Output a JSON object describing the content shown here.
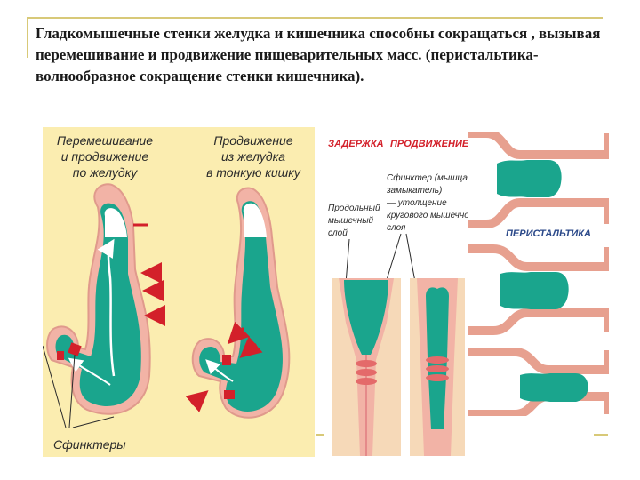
{
  "heading": "Гладкомышечные стенки желудка и кишечника способны сокращаться , вызывая перемешивание и продвижение пищеварительных масс. (перистальтика- волнообразное сокращение стенки кишечника).",
  "left_panel": {
    "caption_mixing_1": "Перемешивание",
    "caption_mixing_2": "и продвижение",
    "caption_mixing_3": "по желудку",
    "caption_moving_1": "Продвижение",
    "caption_moving_2": "из желудка",
    "caption_moving_3": "в тонкую кишку",
    "sphincters": "Сфинктеры"
  },
  "middle_panel": {
    "delay": "ЗАДЕРЖКА",
    "advance": "ПРОДВИЖЕНИЕ",
    "longitudinal_1": "Продольный",
    "longitudinal_2": "мышечный",
    "longitudinal_3": "слой",
    "sphincter_1": "Сфинктер (мышца-",
    "sphincter_2": "замыкатель)",
    "sphincter_3": "— утолщение",
    "sphincter_4": "кругового мышечного",
    "sphincter_5": "слоя"
  },
  "right_panel": {
    "peristalsis": "ПЕРИСТАЛЬТИКА"
  },
  "colors": {
    "content_teal": "#1aa58d",
    "wall_pink": "#f2b3a6",
    "sphincter_red": "#d3202a",
    "panel_cream": "#fbedb0"
  }
}
